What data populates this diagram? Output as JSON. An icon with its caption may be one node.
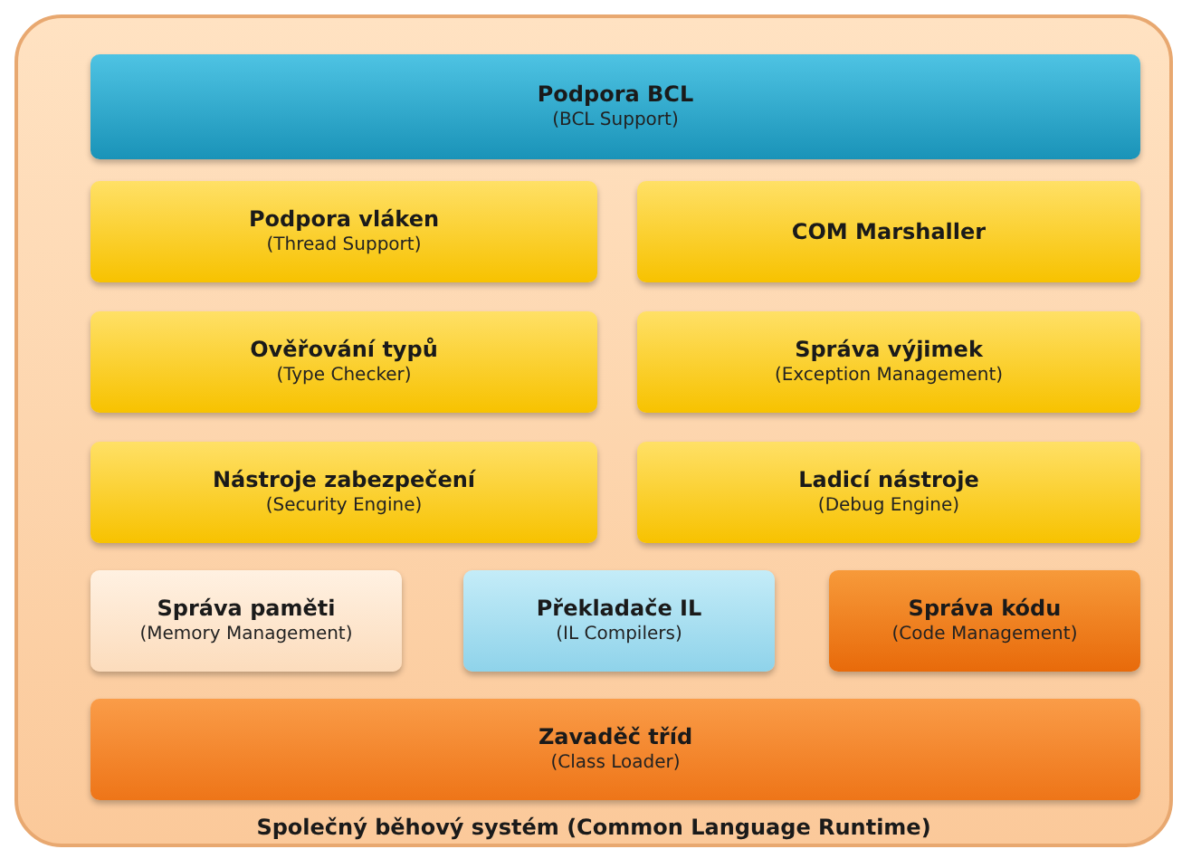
{
  "diagram": {
    "nodes": [
      {
        "text": [
          "Společný běhový systém (Common Language Runtime)"
        ]
      },
      {
        "text": [
          "Podpora BCL",
          "(BCL Support)"
        ],
        "in": 0
      },
      {
        "text": [
          "Podpora vláken",
          "(Thread Support)"
        ],
        "in": 0
      },
      {
        "text": [
          "COM Marshaller"
        ],
        "in": 0
      },
      {
        "text": [
          "Ověřování typů",
          "(Type Checker)"
        ],
        "in": 0
      },
      {
        "text": [
          "Správa výjimek",
          "(Exception Management)"
        ],
        "in": 0
      },
      {
        "text": [
          "Nástroje zabezpečení",
          "(Security Engine)"
        ],
        "in": 0
      },
      {
        "text": [
          "Ladicí nástroje",
          "(Debug Engine)"
        ],
        "in": 0
      },
      {
        "text": [
          "Správa paměti",
          "(Memory Management)"
        ],
        "in": 0
      },
      {
        "text": [
          "Překladače IL",
          "(IL Compilers)"
        ],
        "in": 0
      },
      {
        "text": [
          "Správa kódu",
          "(Code Management)"
        ],
        "in": 0
      },
      {
        "text": [
          "Zavaděč tříd",
          "(Class Loader)"
        ],
        "in": 0
      }
    ],
    "edges": []
  }
}
